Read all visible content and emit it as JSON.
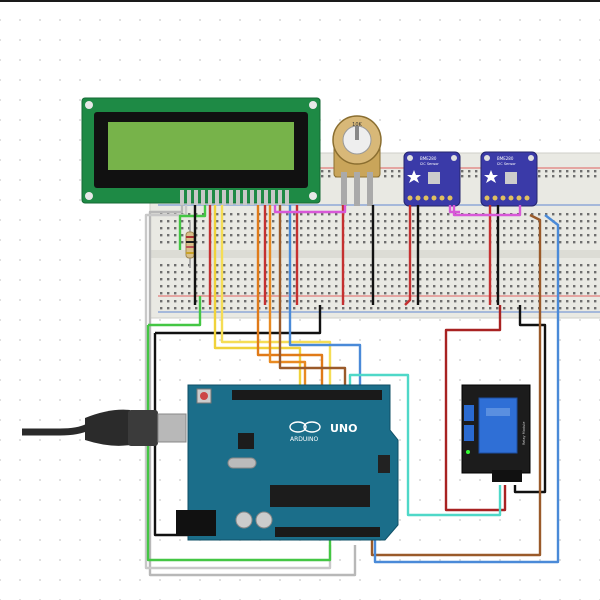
{
  "components": {
    "lcd": "LCD 16x2",
    "potentiometer_value": "10K",
    "sensor_1_title": "BME280",
    "sensor_1_sub": "I2C Sensor",
    "sensor_2_title": "BME280",
    "sensor_2_sub": "I2C Sensor",
    "arduino_brand": "ARDUINO",
    "arduino_model": "UNO",
    "relay_module_label": "Relay Module"
  },
  "colors": {
    "breadboard": "#e9e9e3",
    "lcd_pcb": "#1e8a45",
    "lcd_screen": "#77b34a",
    "arduino_pcb": "#1b6e8a",
    "relay_pcb": "#1c1c1c",
    "relay_body": "#2f6fd6",
    "sensor_pcb": "#3a3aa8"
  }
}
